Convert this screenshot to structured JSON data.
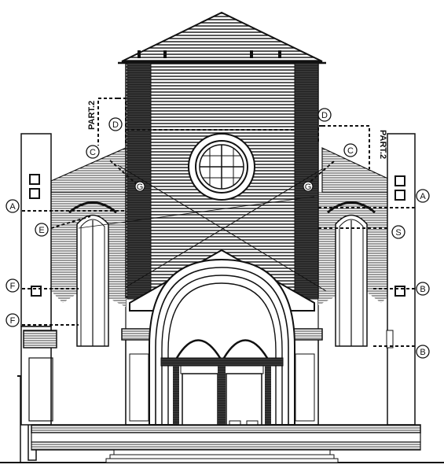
{
  "drawing": {
    "part_labels": [
      "PART.2",
      "PART.2"
    ],
    "markers": {
      "A_left": "A",
      "A_right": "A",
      "B_right_upper": "B",
      "B_right_lower": "B",
      "C_left": "C",
      "C_right": "C",
      "D_left": "D",
      "D_right": "D",
      "E_left": "E",
      "S_right": "S",
      "F_left_upper": "F",
      "F_left_lower": "F",
      "G_left": "G",
      "G_right": "G"
    },
    "colors": {
      "ink": "#111111",
      "paper": "#ffffff"
    }
  }
}
